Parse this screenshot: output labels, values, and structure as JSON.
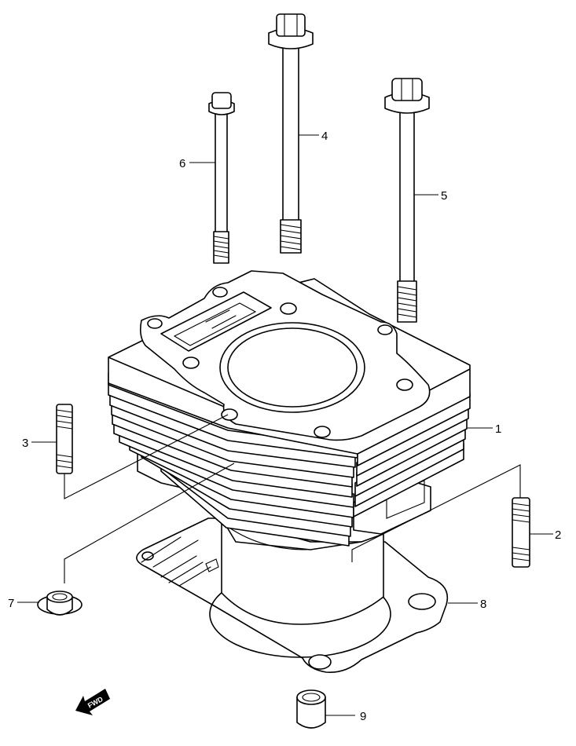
{
  "callouts": [
    {
      "id": "1",
      "label": "1"
    },
    {
      "id": "2",
      "label": "2"
    },
    {
      "id": "3",
      "label": "3"
    },
    {
      "id": "4",
      "label": "4"
    },
    {
      "id": "5",
      "label": "5"
    },
    {
      "id": "6",
      "label": "6"
    },
    {
      "id": "7",
      "label": "7"
    },
    {
      "id": "8",
      "label": "8"
    },
    {
      "id": "9",
      "label": "9"
    }
  ],
  "direction_marker": {
    "text": "FWD",
    "icon": "forward-arrow-icon"
  }
}
